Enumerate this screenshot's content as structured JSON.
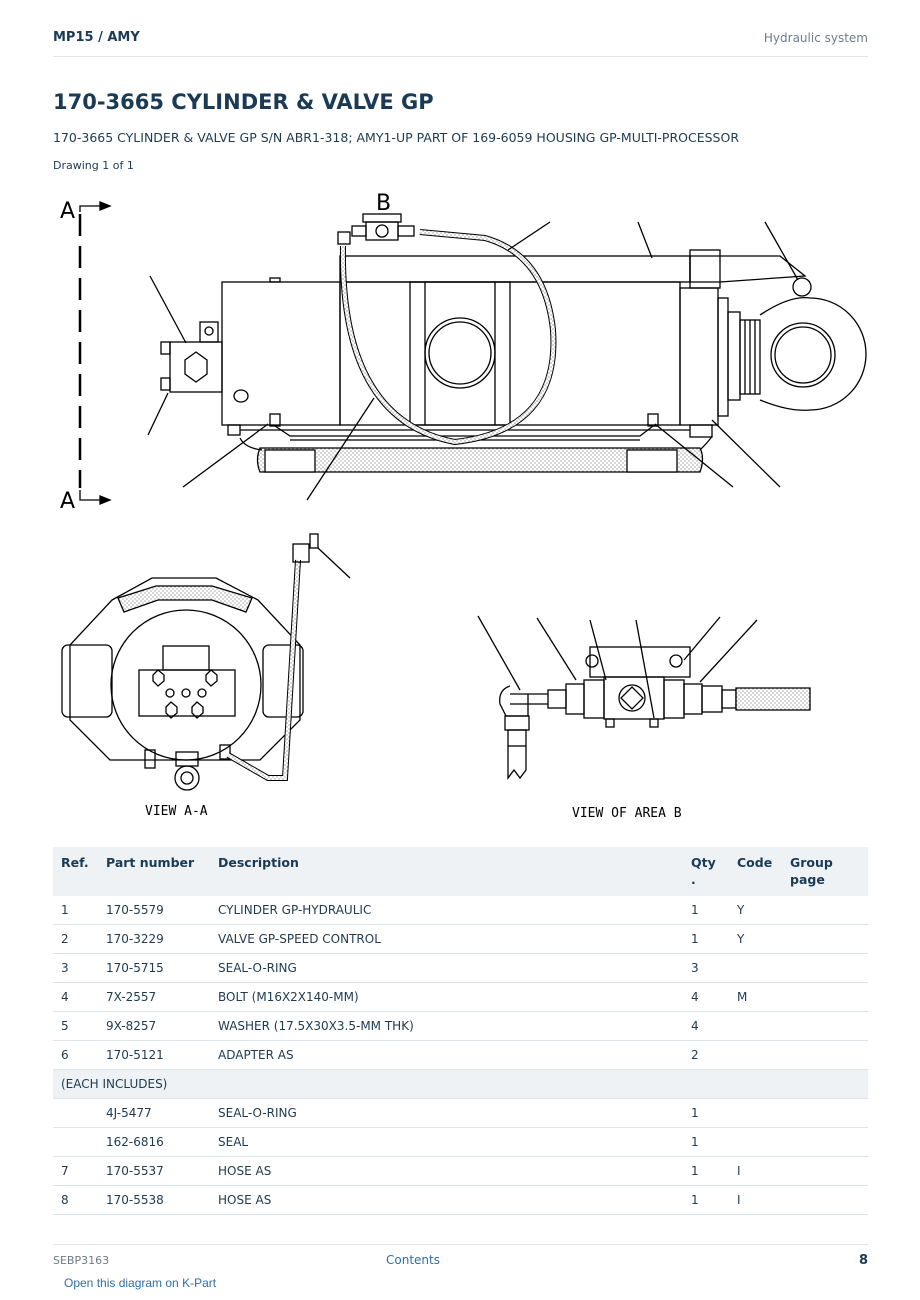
{
  "header": {
    "model": "MP15 / AMY",
    "section": "Hydraulic system"
  },
  "title": "170-3665 CYLINDER & VALVE GP",
  "subtitle": "170-3665 CYLINDER & VALVE GP S/N ABR1-318; AMY1-UP PART OF 169-6059 HOUSING GP-MULTI-PROCESSOR",
  "drawing_label": "Drawing 1 of 1",
  "drawing": {
    "letter_a": "A",
    "letter_b": "B",
    "view_aa": "VIEW A-A",
    "view_b": "VIEW OF AREA B"
  },
  "table": {
    "headers": {
      "ref": "Ref.",
      "part": "Part number",
      "desc": "Description",
      "qty": "Qty .",
      "code": "Code",
      "group": "Group page"
    },
    "rows": [
      {
        "ref": "1",
        "part": "170-5579",
        "desc": "CYLINDER GP-HYDRAULIC",
        "qty": "1",
        "code": "Y",
        "group": ""
      },
      {
        "ref": "2",
        "part": "170-3229",
        "desc": "VALVE GP-SPEED CONTROL",
        "qty": "1",
        "code": "Y",
        "group": ""
      },
      {
        "ref": "3",
        "part": "170-5715",
        "desc": "SEAL-O-RING",
        "qty": "3",
        "code": "",
        "group": ""
      },
      {
        "ref": "4",
        "part": "7X-2557",
        "desc": "BOLT (M16X2X140-MM)",
        "qty": "4",
        "code": "M",
        "group": ""
      },
      {
        "ref": "5",
        "part": "9X-8257",
        "desc": "WASHER (17.5X30X3.5-MM THK)",
        "qty": "4",
        "code": "",
        "group": ""
      },
      {
        "ref": "6",
        "part": "170-5121",
        "desc": "ADAPTER AS",
        "qty": "2",
        "code": "",
        "group": ""
      }
    ],
    "note": "(EACH INCLUDES)",
    "sub_rows": [
      {
        "ref": "",
        "part": "4J-5477",
        "desc": "SEAL-O-RING",
        "qty": "1",
        "code": "",
        "group": ""
      },
      {
        "ref": "",
        "part": "162-6816",
        "desc": "SEAL",
        "qty": "1",
        "code": "",
        "group": ""
      },
      {
        "ref": "7",
        "part": "170-5537",
        "desc": "HOSE AS",
        "qty": "1",
        "code": "I",
        "group": ""
      },
      {
        "ref": "8",
        "part": "170-5538",
        "desc": "HOSE AS",
        "qty": "1",
        "code": "I",
        "group": ""
      }
    ]
  },
  "footer": {
    "doc": "SEBP3163",
    "contents": "Contents",
    "page": "8"
  },
  "kpart_link": "Open this diagram on K-Part"
}
